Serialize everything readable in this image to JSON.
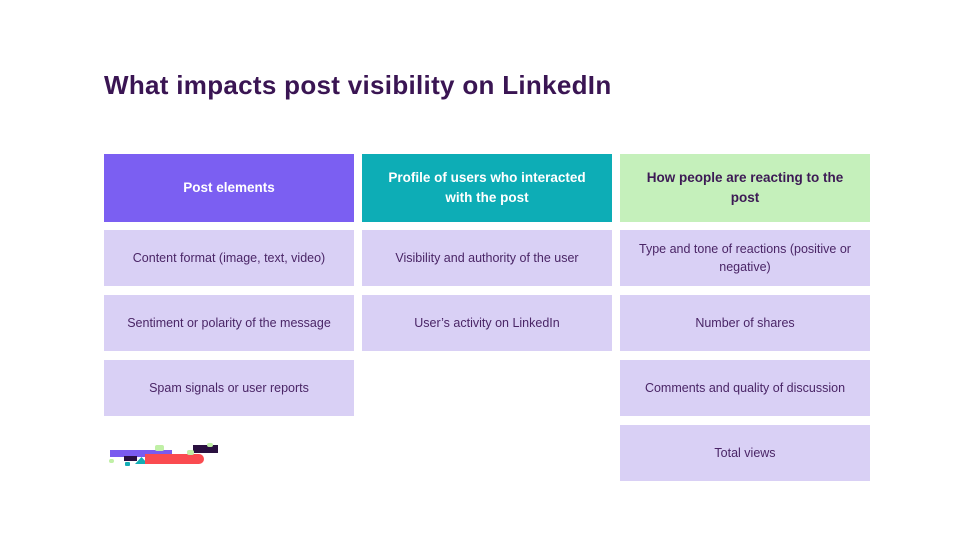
{
  "page": {
    "background": "#ffffff"
  },
  "title": "What impacts post visibility on LinkedIn",
  "colors": {
    "title_text": "#3A1553",
    "header_purple_bg": "#7B5FF2",
    "header_teal_bg": "#0DADB6",
    "header_green_bg": "#C5F0BB",
    "header_text_light": "#FFFFFF",
    "header_text_dark": "#3D1A55",
    "cell_bg": "#D9D0F5",
    "cell_text": "#4A2566",
    "glitch_logo": {
      "purple": "#7A5BEF",
      "red": "#FA4B50",
      "dark_purple": "#2A1040",
      "teal": "#13ADB5",
      "light_green": "#C0F0A6"
    }
  },
  "columns": [
    {
      "header": "Post elements",
      "cells": [
        "Content format (image, text, video)",
        "Sentiment or polarity of the message",
        "Spam signals or user reports"
      ]
    },
    {
      "header": "Profile of users who interacted with the post",
      "cells": [
        "Visibility and authority of the user",
        "User’s activity on LinkedIn"
      ]
    },
    {
      "header": "How people are reacting to the post",
      "cells": [
        "Type and tone of reactions (positive or negative)",
        "Number of shares",
        "Comments and quality of discussion",
        "Total views"
      ]
    }
  ]
}
